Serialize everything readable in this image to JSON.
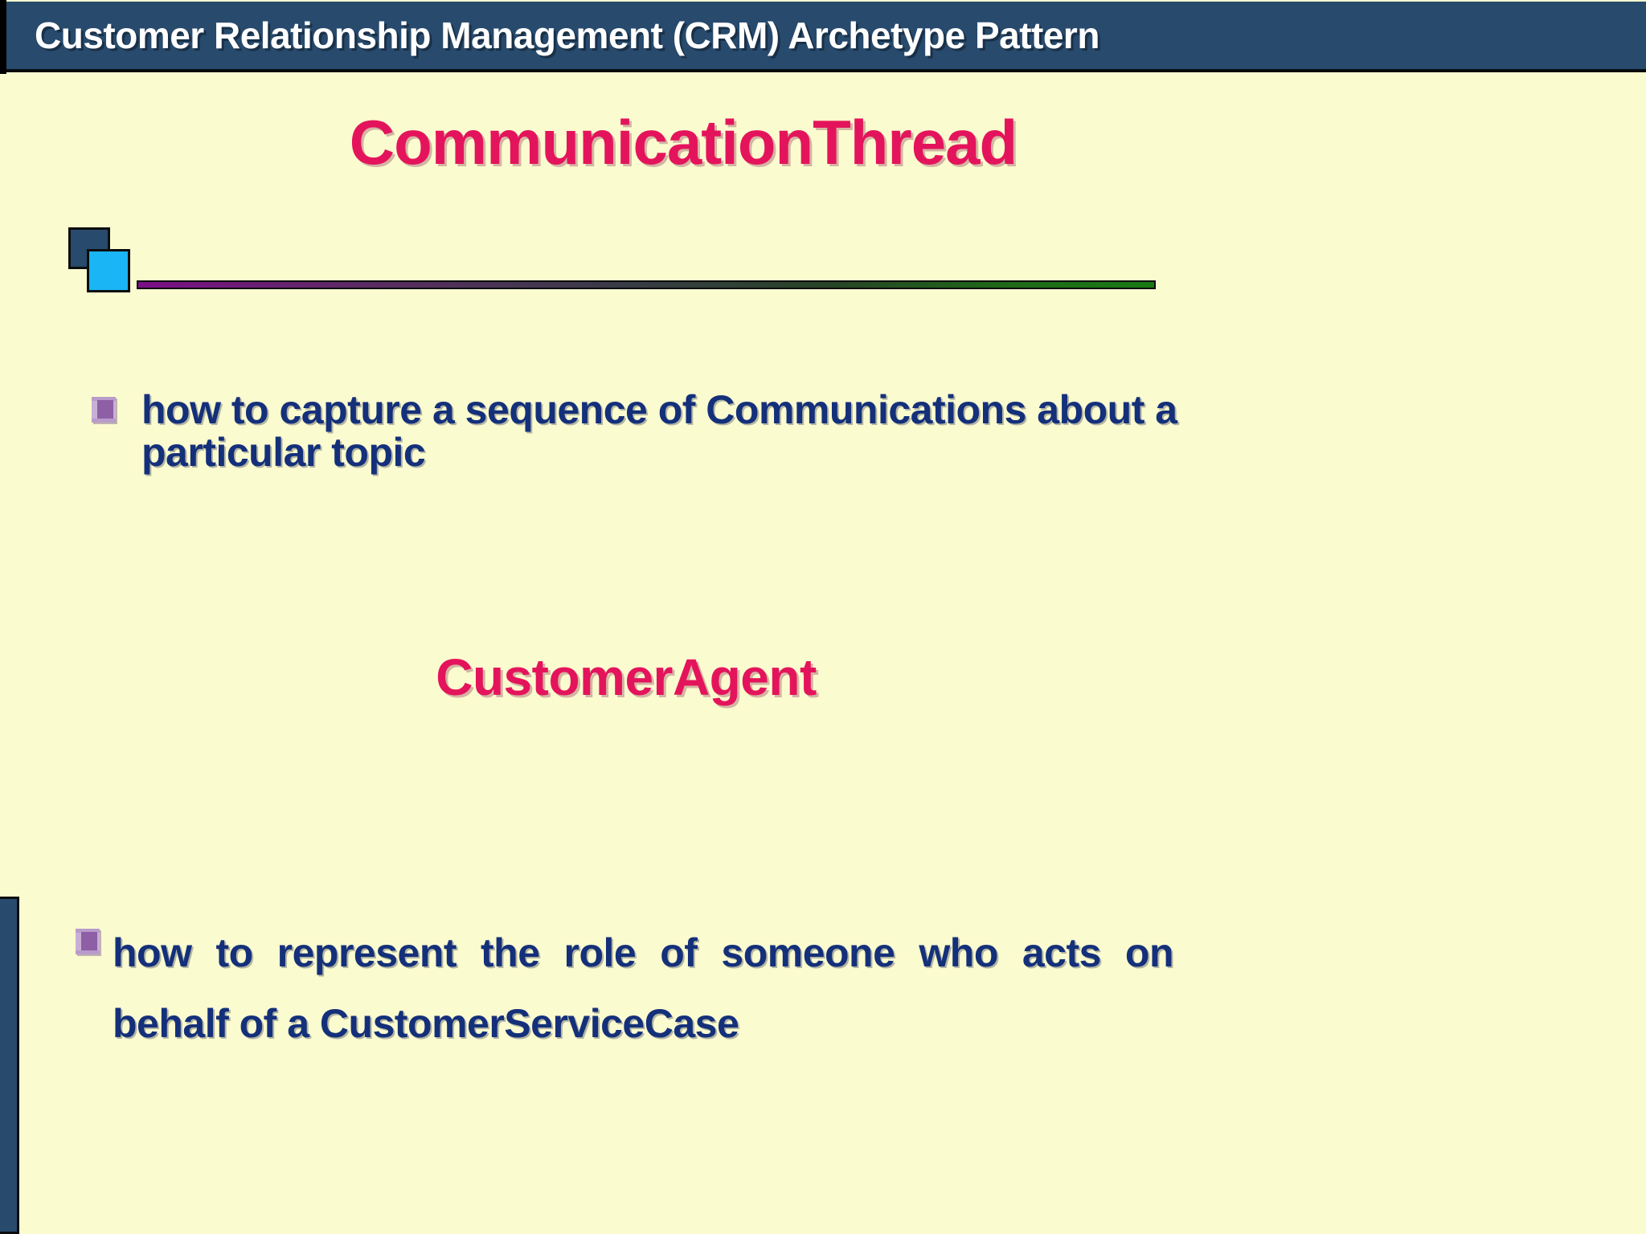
{
  "header": {
    "title": "Customer Relationship Management (CRM) Archetype Pattern",
    "background_color": "#274A6D",
    "text_color": "#FFFFFF"
  },
  "slide": {
    "background_color": "#FBFBD0",
    "accent_color": "#E4145C",
    "body_text_color": "#14307A"
  },
  "sections": [
    {
      "heading": "CommunicationThread",
      "bullets": [
        {
          "icon": "purple-box-bullet-icon",
          "text": "how to capture  a sequence of Communications about a particular topic"
        }
      ]
    },
    {
      "heading": "CustomerAgent",
      "bullets": [
        {
          "icon": "purple-box-bullet-icon",
          "line_1": "how to represent the role of someone who acts on",
          "line_2": "behalf of a CustomerServiceCase"
        }
      ]
    }
  ],
  "decorations": {
    "square_dark_color": "#274A6D",
    "square_cyan_color": "#19B5F5",
    "rule_gradient_start": "#7B0F86",
    "rule_gradient_end": "#197A15",
    "left_accent_bar_color": "#274A6D"
  }
}
